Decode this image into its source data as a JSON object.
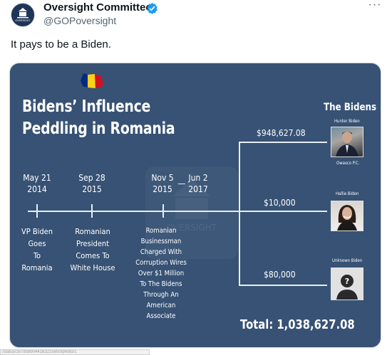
{
  "tweet": {
    "author_name": "Oversight Committee",
    "handle": "@GOPoversight",
    "avatar_label": "OVERSIGHT",
    "more_label": "···",
    "text": "It pays to be a Biden.",
    "status_url": "/status/1678589044163225850/photo/1"
  },
  "graphic": {
    "title_line1": "Bidens’ Influence",
    "title_line2": "Peddling in Romania",
    "bidens_title": "The Bidens",
    "watermark_label": "OVERSIGHT",
    "timeline": [
      {
        "date": "May 21",
        "year": "2014",
        "event": [
          "VP Biden",
          "Goes",
          "To",
          "Romania"
        ]
      },
      {
        "date": "Sep 28",
        "year": "2015",
        "event": [
          "Romanian",
          "President",
          "Comes To",
          "White House"
        ]
      },
      {
        "date": "Nov 5",
        "year": "2015",
        "event": [
          "Romanian",
          "Businessman",
          "Charged With",
          "Corruption Wires",
          "Over $1 Million",
          "To The Bidens",
          "Through An",
          "American",
          "Associate"
        ]
      },
      {
        "date": "Jun 2",
        "year": "2017"
      }
    ],
    "date_separator": "—",
    "payments": [
      {
        "amount": "$948,627.08",
        "name": "Hunter Biden",
        "sub": "Owasco P.C."
      },
      {
        "amount": "$10,000",
        "name": "Hallie Biden"
      },
      {
        "amount": "$80,000",
        "name": "Unknown Biden",
        "placeholder": "?"
      }
    ],
    "total": "Total: 1,038,627.08"
  },
  "colors": {
    "graphic_bg": "#375274",
    "verified": "#1d9bf0",
    "flag": [
      "#002b7f",
      "#fcd116",
      "#ce1126"
    ]
  },
  "icons": {
    "verified": "verified-badge-icon",
    "more": "more-options-icon",
    "flag": "romania-flag-icon",
    "placeholder": "unknown-person-icon"
  }
}
